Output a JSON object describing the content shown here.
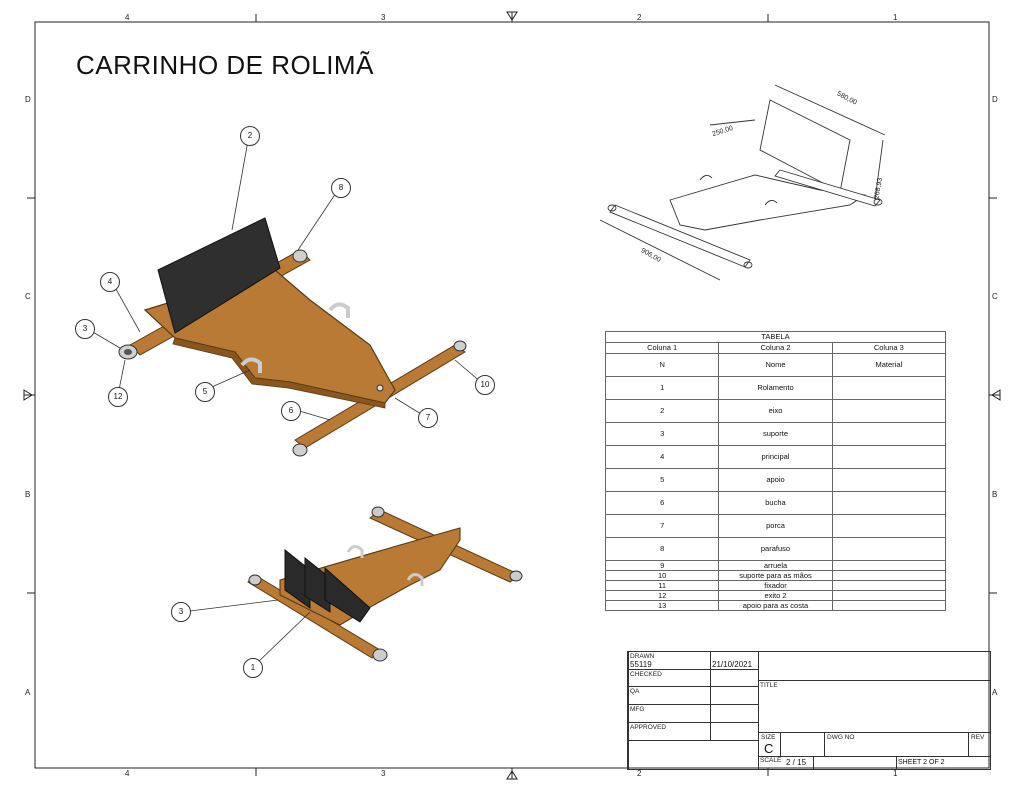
{
  "title": "CARRINHO DE ROLIMÃ",
  "zones": {
    "cols": [
      "4",
      "3",
      "2",
      "1"
    ],
    "rows": [
      "D",
      "C",
      "B",
      "A"
    ]
  },
  "balloons": {
    "iso": [
      "2",
      "8",
      "4",
      "3",
      "12",
      "5",
      "6",
      "7",
      "10"
    ],
    "bottom": [
      "3",
      "1"
    ]
  },
  "dimensions": [
    "580,00",
    "250,00",
    "268,93",
    "906,00"
  ],
  "table": {
    "caption": "TABELA",
    "columns": [
      "Coluna 1",
      "Coluna 2",
      "Coluna 3"
    ],
    "header_row": [
      "N",
      "Nome",
      "Material"
    ],
    "rows": [
      [
        "1",
        "Rolamento",
        ""
      ],
      [
        "2",
        "eixo",
        ""
      ],
      [
        "3",
        "suporte",
        ""
      ],
      [
        "4",
        "principal",
        ""
      ],
      [
        "5",
        "apoio",
        ""
      ],
      [
        "6",
        "bucha",
        ""
      ],
      [
        "7",
        "porca",
        ""
      ],
      [
        "8",
        "parafuso",
        ""
      ],
      [
        "9",
        "arruela",
        ""
      ],
      [
        "10",
        "suporte para as mãos",
        ""
      ],
      [
        "11",
        "fixador",
        ""
      ],
      [
        "12",
        "exito 2",
        ""
      ],
      [
        "13",
        "apoio para as costa",
        ""
      ]
    ]
  },
  "title_block": {
    "drawn_label": "DRAWN",
    "drawn_by": "55119",
    "drawn_date": "21/10/2021",
    "checked_label": "CHECKED",
    "title_label": "TITLE",
    "qa_label": "QA",
    "mfg_label": "MFG",
    "approved_label": "APPROVED",
    "size_label": "SIZE",
    "size_value": "C",
    "dwg_label": "DWG NO",
    "rev_label": "REV",
    "scale_label": "SCALE",
    "scale_value": "2 / 15",
    "sheet": "SHEET 2  OF 2"
  },
  "colors": {
    "wood": "#b87a34",
    "wood_dark": "#8a561f",
    "backrest": "#2f2f2f",
    "metal": "#d8d8d8",
    "line": "#222222"
  }
}
